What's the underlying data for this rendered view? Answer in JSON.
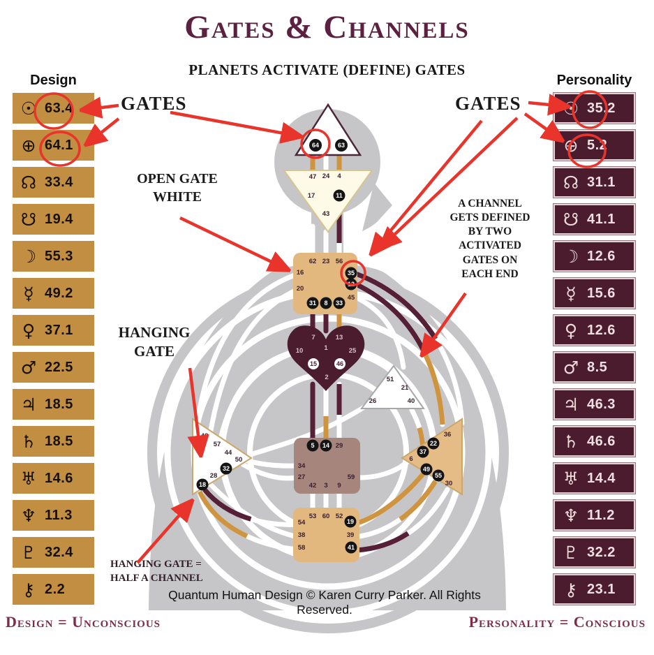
{
  "page": {
    "title": "Gates & Channels",
    "subtitle": "PLANETS ACTIVATE (DEFINE) GATES"
  },
  "annotations": {
    "gates_left": "GATES",
    "gates_right": "GATES",
    "open_gate": "OPEN GATE\nWHITE",
    "hanging_gate": "HANGING\nGATE",
    "channel_note": "A CHANNEL\nGETS DEFINED\nBY TWO\nACTIVATED\nGATES ON\nEACH END",
    "hanging_gate_note": "HANGING GATE =\nHALF A CHANNEL",
    "copyright": "Quantum Human Design © Karen Curry Parker. All Rights\nReserved."
  },
  "footer": {
    "design": "Design = Unconscious",
    "personality": "Personality = Conscious"
  },
  "design_column": {
    "header": "Design",
    "rows": [
      {
        "planet": "Sun",
        "glyph": "☉",
        "value": "63.4"
      },
      {
        "planet": "Earth",
        "glyph": "⊕",
        "value": "64.1"
      },
      {
        "planet": "North Node",
        "glyph": "☊",
        "value": "33.4"
      },
      {
        "planet": "South Node",
        "glyph": "☋",
        "value": "19.4"
      },
      {
        "planet": "Moon",
        "glyph": "☽",
        "value": "55.3"
      },
      {
        "planet": "Mercury",
        "glyph": "☿",
        "value": "49.2"
      },
      {
        "planet": "Venus",
        "glyph": "♀",
        "value": "37.1"
      },
      {
        "planet": "Mars",
        "glyph": "♂",
        "value": "22.5"
      },
      {
        "planet": "Jupiter",
        "glyph": "♃",
        "value": "18.5"
      },
      {
        "planet": "Saturn",
        "glyph": "♄",
        "value": "18.5"
      },
      {
        "planet": "Uranus",
        "glyph": "♅",
        "value": "14.6"
      },
      {
        "planet": "Neptune",
        "glyph": "♆",
        "value": "11.3"
      },
      {
        "planet": "Pluto",
        "glyph": "♇",
        "value": "32.4"
      },
      {
        "planet": "Chiron",
        "glyph": "⚷",
        "value": "2.2"
      }
    ]
  },
  "personality_column": {
    "header": "Personality",
    "rows": [
      {
        "planet": "Sun",
        "glyph": "☉",
        "value": "35.2"
      },
      {
        "planet": "Earth",
        "glyph": "⊕",
        "value": "5.2"
      },
      {
        "planet": "North Node",
        "glyph": "☊",
        "value": "31.1"
      },
      {
        "planet": "South Node",
        "glyph": "☋",
        "value": "41.1"
      },
      {
        "planet": "Moon",
        "glyph": "☽",
        "value": "12.6"
      },
      {
        "planet": "Mercury",
        "glyph": "☿",
        "value": "15.6"
      },
      {
        "planet": "Venus",
        "glyph": "♀",
        "value": "12.6"
      },
      {
        "planet": "Mars",
        "glyph": "♂",
        "value": "8.5"
      },
      {
        "planet": "Jupiter",
        "glyph": "♃",
        "value": "46.3"
      },
      {
        "planet": "Saturn",
        "glyph": "♄",
        "value": "46.6"
      },
      {
        "planet": "Uranus",
        "glyph": "♅",
        "value": "14.4"
      },
      {
        "planet": "Neptune",
        "glyph": "♆",
        "value": "11.2"
      },
      {
        "planet": "Pluto",
        "glyph": "♇",
        "value": "32.2"
      },
      {
        "planet": "Chiron",
        "glyph": "⚷",
        "value": "23.1"
      }
    ]
  },
  "bodygraph": {
    "head": {
      "gates": [
        "64",
        "63"
      ]
    },
    "ajna": {
      "gates": [
        "47",
        "24",
        "4",
        "17",
        "11",
        "43"
      ]
    },
    "throat": {
      "gates": [
        "62",
        "23",
        "56",
        "16",
        "20",
        "35",
        "12",
        "45",
        "31",
        "8",
        "33"
      ]
    },
    "g": {
      "gates": [
        "7",
        "13",
        "1",
        "10",
        "25",
        "15",
        "46",
        "2"
      ]
    },
    "will": {
      "gates": [
        "51",
        "21",
        "26",
        "40"
      ]
    },
    "spleen": {
      "gates": [
        "48",
        "57",
        "44",
        "50",
        "32",
        "28",
        "18"
      ]
    },
    "solar": {
      "gates": [
        "36",
        "22",
        "37",
        "6",
        "49",
        "55",
        "30"
      ]
    },
    "sacral": {
      "gates": [
        "5",
        "14",
        "29",
        "34",
        "27",
        "59",
        "42",
        "3",
        "9"
      ]
    },
    "root": {
      "gates": [
        "53",
        "60",
        "52",
        "54",
        "38",
        "58",
        "19",
        "39",
        "41"
      ]
    }
  },
  "colors": {
    "design_gold": "#c28e41",
    "personality_maroon": "#4a1c2e",
    "annotation_red": "#e8342a",
    "channel_gold": "#cf9440",
    "channel_maroon": "#551f35",
    "silhouette_grey": "#c6c6c8",
    "title_maroon": "#5c2040"
  }
}
